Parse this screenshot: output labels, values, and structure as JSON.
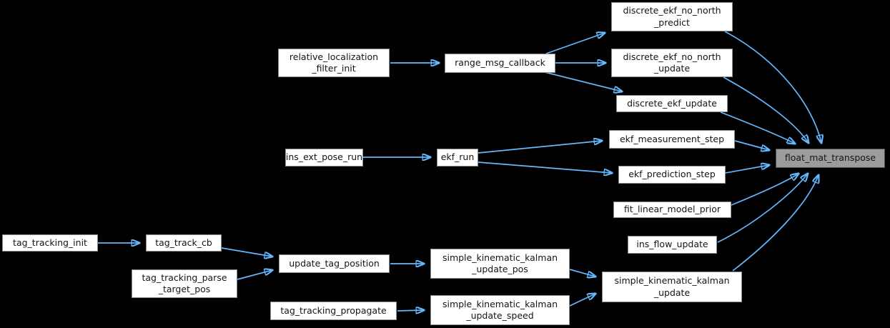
{
  "diagram": {
    "kind": "call-graph",
    "background_color": "#000000",
    "edge_color": "#63b8ff",
    "node_fill_color": "#ffffff",
    "node_border_color": "#8a8a8a",
    "focus_node_fill_color": "#9c9c9c",
    "focus_node": "float_mat_transpose"
  },
  "nodes": {
    "tag_tracking_init": {
      "label": "tag_tracking_init"
    },
    "tag_track_cb": {
      "label": "tag_track_cb"
    },
    "tag_tracking_parse_target_pos": {
      "label": "tag_tracking_parse\n_target_pos"
    },
    "relative_localization_filter_init": {
      "label": "relative_localization\n_filter_init"
    },
    "ins_ext_pose_run": {
      "label": "ins_ext_pose_run"
    },
    "update_tag_position": {
      "label": "update_tag_position"
    },
    "tag_tracking_propagate": {
      "label": "tag_tracking_propagate"
    },
    "range_msg_callback": {
      "label": "range_msg_callback"
    },
    "ekf_run": {
      "label": "ekf_run"
    },
    "simple_kinematic_kalman_update_pos": {
      "label": "simple_kinematic_kalman\n_update_pos"
    },
    "simple_kinematic_kalman_update_speed": {
      "label": "simple_kinematic_kalman\n_update_speed"
    },
    "discrete_ekf_no_north_predict": {
      "label": "discrete_ekf_no_north\n_predict"
    },
    "discrete_ekf_no_north_update": {
      "label": "discrete_ekf_no_north\n_update"
    },
    "discrete_ekf_update": {
      "label": "discrete_ekf_update"
    },
    "ekf_measurement_step": {
      "label": "ekf_measurement_step"
    },
    "ekf_prediction_step": {
      "label": "ekf_prediction_step"
    },
    "fit_linear_model_prior": {
      "label": "fit_linear_model_prior"
    },
    "ins_flow_update": {
      "label": "ins_flow_update"
    },
    "simple_kinematic_kalman_update": {
      "label": "simple_kinematic_kalman\n_update"
    },
    "float_mat_transpose": {
      "label": "float_mat_transpose"
    }
  },
  "edges": [
    {
      "from": "relative_localization_filter_init",
      "to": "range_msg_callback"
    },
    {
      "from": "range_msg_callback",
      "to": "discrete_ekf_no_north_predict"
    },
    {
      "from": "range_msg_callback",
      "to": "discrete_ekf_no_north_update"
    },
    {
      "from": "range_msg_callback",
      "to": "discrete_ekf_update"
    },
    {
      "from": "discrete_ekf_no_north_predict",
      "to": "float_mat_transpose"
    },
    {
      "from": "discrete_ekf_no_north_update",
      "to": "float_mat_transpose"
    },
    {
      "from": "discrete_ekf_update",
      "to": "float_mat_transpose"
    },
    {
      "from": "ins_ext_pose_run",
      "to": "ekf_run"
    },
    {
      "from": "ekf_run",
      "to": "ekf_measurement_step"
    },
    {
      "from": "ekf_run",
      "to": "ekf_prediction_step"
    },
    {
      "from": "ekf_measurement_step",
      "to": "float_mat_transpose"
    },
    {
      "from": "ekf_prediction_step",
      "to": "float_mat_transpose"
    },
    {
      "from": "fit_linear_model_prior",
      "to": "float_mat_transpose"
    },
    {
      "from": "ins_flow_update",
      "to": "float_mat_transpose"
    },
    {
      "from": "tag_tracking_init",
      "to": "tag_track_cb"
    },
    {
      "from": "tag_track_cb",
      "to": "update_tag_position"
    },
    {
      "from": "tag_tracking_parse_target_pos",
      "to": "update_tag_position"
    },
    {
      "from": "update_tag_position",
      "to": "simple_kinematic_kalman_update_pos"
    },
    {
      "from": "tag_tracking_propagate",
      "to": "simple_kinematic_kalman_update_speed"
    },
    {
      "from": "simple_kinematic_kalman_update_pos",
      "to": "simple_kinematic_kalman_update"
    },
    {
      "from": "simple_kinematic_kalman_update_speed",
      "to": "simple_kinematic_kalman_update"
    },
    {
      "from": "simple_kinematic_kalman_update",
      "to": "float_mat_transpose"
    }
  ]
}
